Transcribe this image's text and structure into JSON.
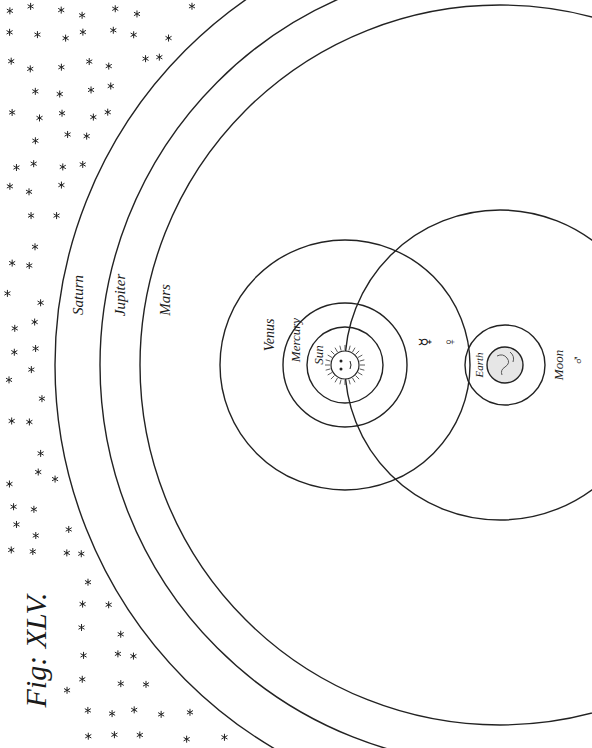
{
  "diagram": {
    "title": "Fig: XLV.",
    "labels": [
      "Saturn",
      "Jupiter",
      "Mars",
      "Venus",
      "Mercury",
      "Sun",
      "Earth",
      "Moon",
      "☿",
      "♀",
      "♂"
    ]
  }
}
